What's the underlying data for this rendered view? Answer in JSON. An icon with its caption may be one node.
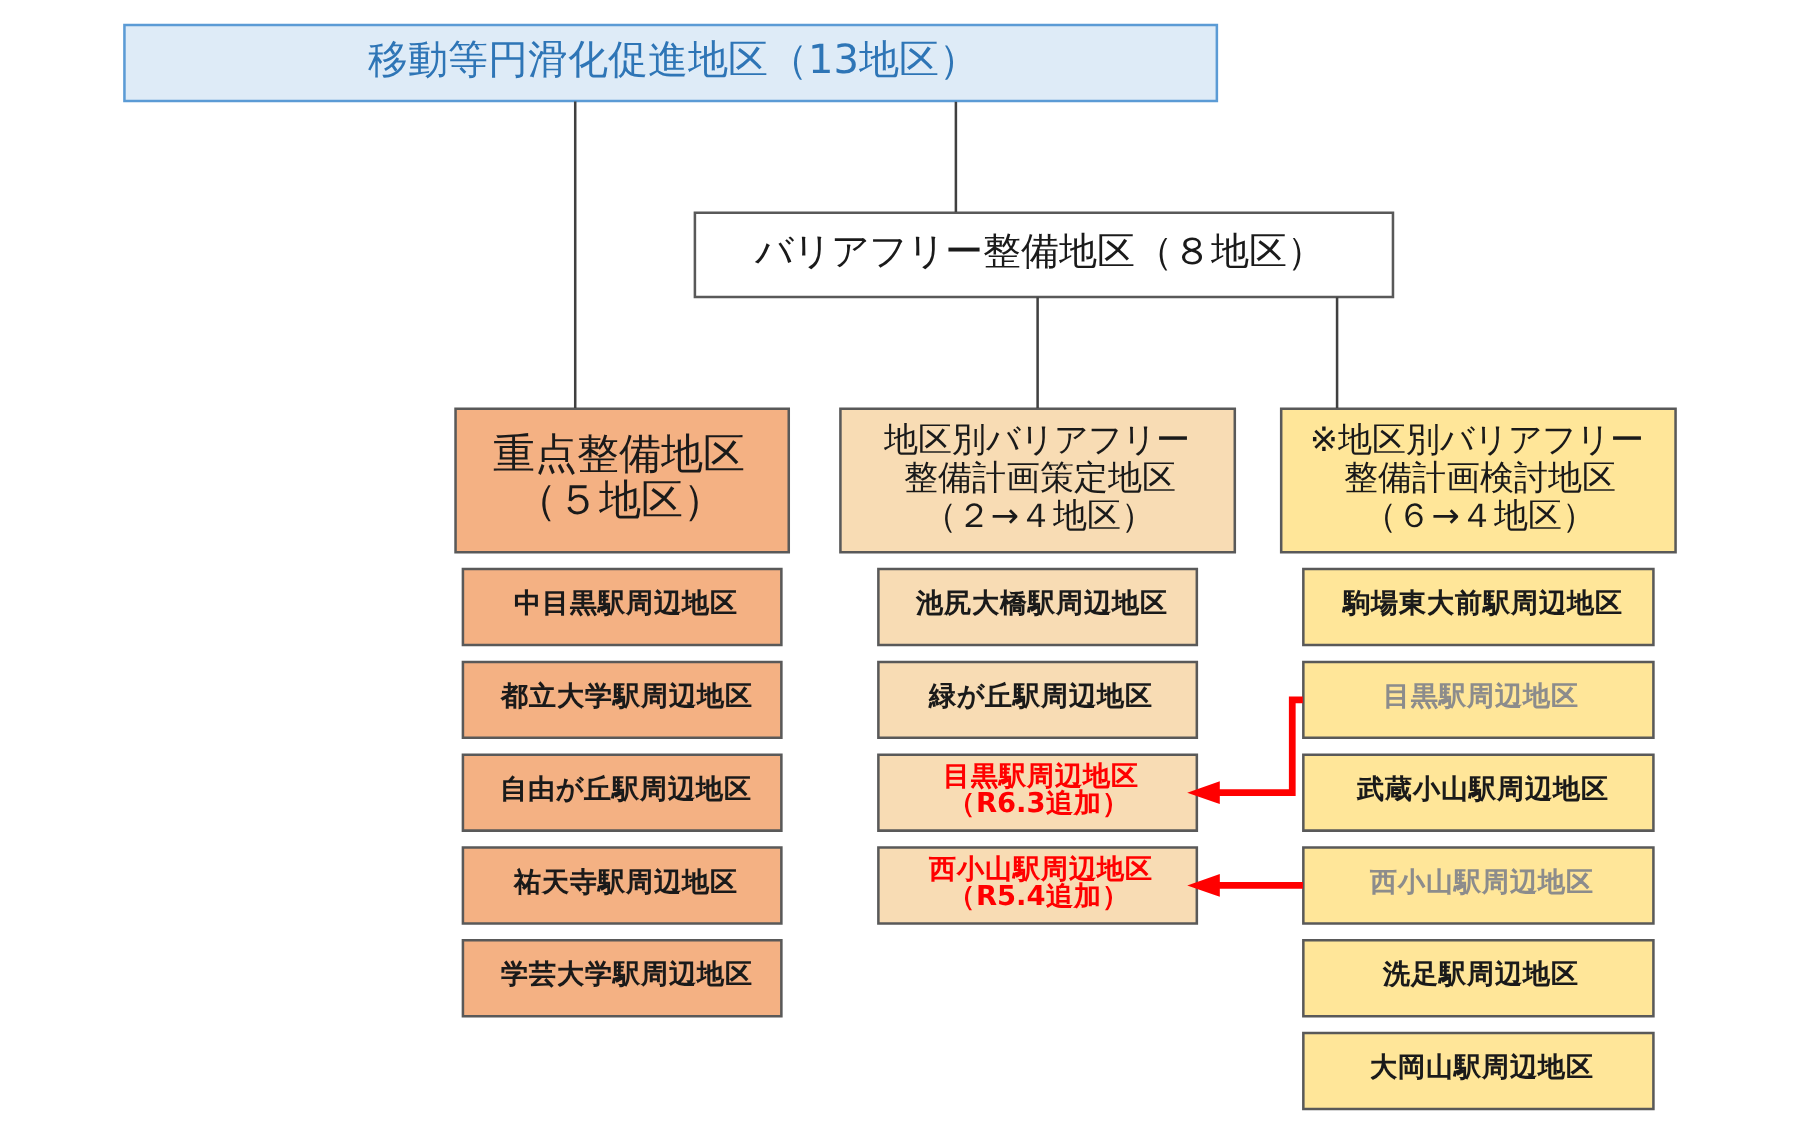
{
  "diagram": {
    "nodes": [
      {
        "text": [
          "移動等円滑化促進地区（13地区）"
        ]
      },
      {
        "text": [
          "重点整備地区",
          "（５地区）"
        ]
      },
      {
        "text": [
          "中目黒駅周辺地区"
        ]
      },
      {
        "text": [
          "都立大学駅周辺地区"
        ]
      },
      {
        "text": [
          "自由が丘駅周辺地区"
        ]
      },
      {
        "text": [
          "祐天寺駅周辺地区"
        ]
      },
      {
        "text": [
          "学芸大学駅周辺地区"
        ]
      },
      {
        "text": [
          "バリアフリー整備地区（８地区）"
        ]
      },
      {
        "text": [
          "地区別バリアフリー整備計画策定地区",
          "（２→４地区）"
        ]
      },
      {
        "text": [
          "池尻大橋駅周辺地区"
        ]
      },
      {
        "text": [
          "緑が丘駅周辺地区"
        ]
      },
      {
        "text": [
          "目黒駅周辺地区",
          "（R6.3追加）"
        ]
      },
      {
        "text": [
          "西小山駅周辺地区",
          "（R5.4追加）"
        ]
      },
      {
        "text": [
          "※地区別バリアフリー整備計画検討地区",
          "（６→４地区）"
        ]
      },
      {
        "text": [
          "駒場東大前駅周辺地区"
        ]
      },
      {
        "text": [
          "目黒駅周辺地区"
        ]
      },
      {
        "text": [
          "武蔵小山駅周辺地区"
        ]
      },
      {
        "text": [
          "西小山駅周辺地区"
        ]
      },
      {
        "text": [
          "洗足駅周辺地区"
        ]
      },
      {
        "text": [
          "大岡山駅周辺地区"
        ]
      }
    ],
    "edges": [
      {
        "from": 0,
        "to": 1,
        "arrow": "none"
      },
      {
        "from": 0,
        "to": 7,
        "arrow": "none"
      },
      {
        "from": 7,
        "to": 8,
        "arrow": "none"
      },
      {
        "from": 7,
        "to": 13,
        "arrow": "none"
      },
      {
        "from": 15,
        "to": 11,
        "arrow": "to",
        "style": "thick",
        "color": "#ff0000"
      },
      {
        "from": 17,
        "to": 12,
        "arrow": "to",
        "style": "thick",
        "color": "#ff0000"
      }
    ]
  }
}
